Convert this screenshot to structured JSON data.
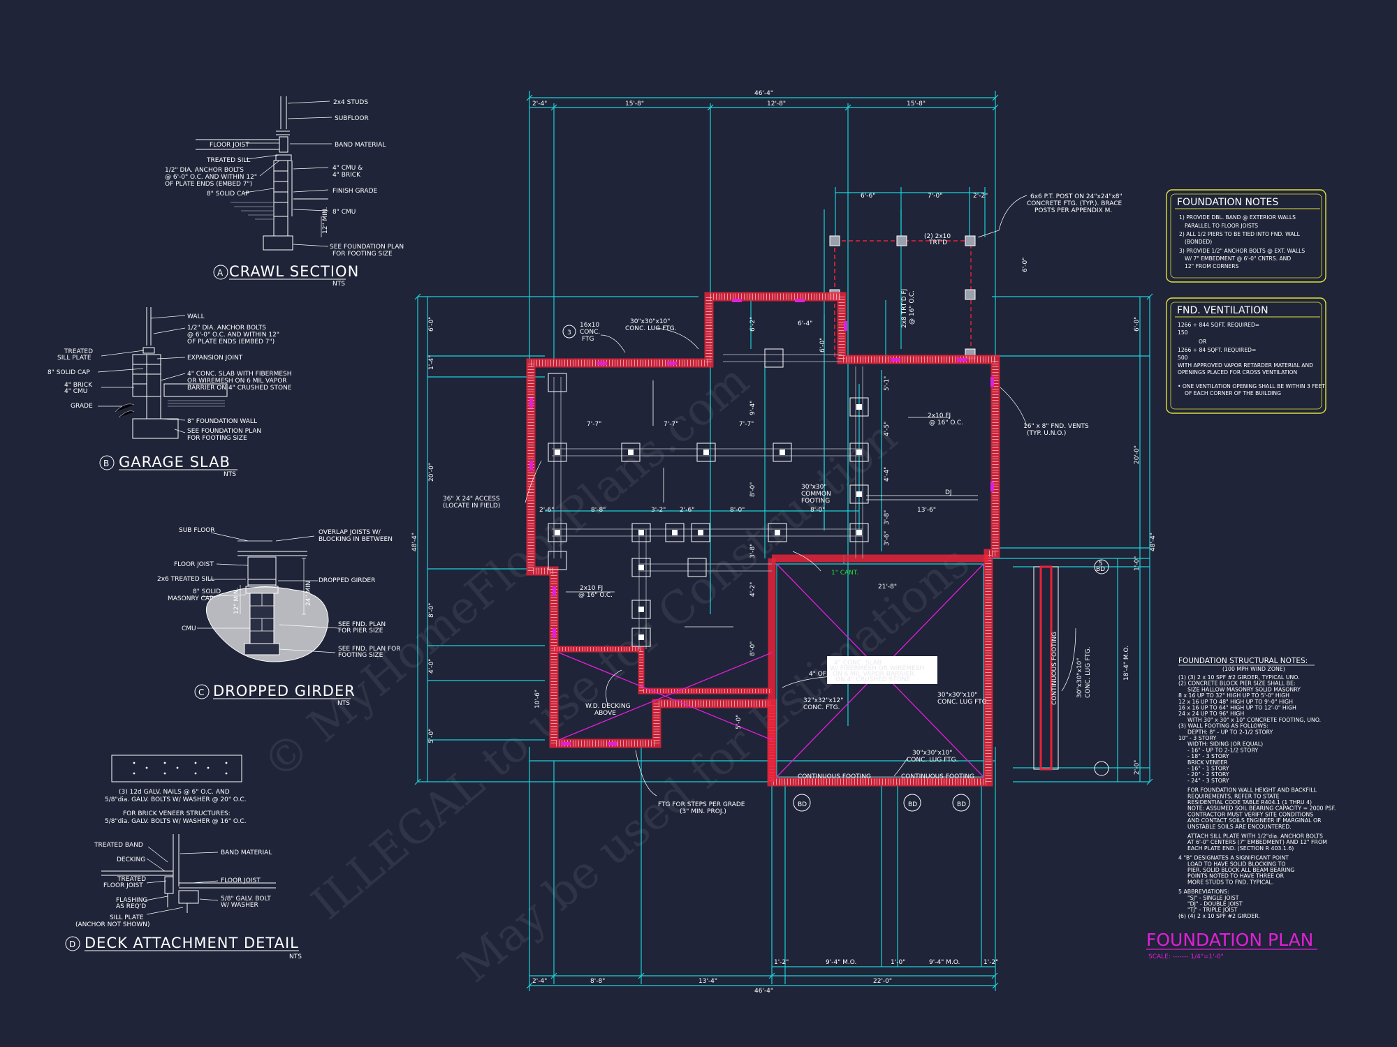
{
  "sheet": {
    "plan_title": "FOUNDATION PLAN",
    "plan_scale": "SCALE: ------- 1/4\"=1'-0\""
  },
  "watermark": {
    "line1": "© MyHomeFloorPlans.com",
    "line2": "ILLEGAL to use for Construction",
    "line3": "May be used for Estimations"
  },
  "colors": {
    "background": "#1f2438",
    "dimension": "#19d3d9",
    "walls": "#e8233a",
    "accent": "#e21fd8",
    "notes_border": "#e2e23a",
    "callout_green": "#22e03a"
  },
  "details": {
    "crawl": {
      "letter": "A",
      "title": "CRAWL SECTION",
      "scale": "NTS",
      "labels": [
        "2x4 STUDS",
        "SUBFLOOR",
        "FLOOR JOIST",
        "BAND MATERIAL",
        "TREATED SILL",
        "1/2\" DIA. ANCHOR BOLTS",
        "@ 6'-0\" O.C. AND WITHIN 12\"",
        "OF PLATE ENDS (EMBED 7\")",
        "4\" CMU &",
        "4\" BRICK",
        "8\" SOLID CAP",
        "FINISH GRADE",
        "8\" CMU",
        "12\" MIN.",
        "SEE FOUNDATION PLAN",
        "FOR FOOTING SIZE"
      ]
    },
    "garage": {
      "letter": "B",
      "title": "GARAGE SLAB",
      "scale": "NTS",
      "labels": [
        "WALL",
        "1/2\" DIA. ANCHOR BOLTS",
        "@ 6'-0\" O.C. AND WITHIN 12\"",
        "OF PLATE ENDS (EMBED 7\")",
        "TREATED",
        "SILL PLATE",
        "EXPANSION JOINT",
        "8\" SOLID CAP",
        "4\" CONC. SLAB WITH FIBERMESH",
        "OR WIREMESH ON 6 MIL VAPOR",
        "BARRIER ON 4\" CRUSHED STONE",
        "4\" BRICK",
        "4\" CMU",
        "GRADE",
        "8\" FOUNDATION WALL",
        "SEE FOUNDATION PLAN",
        "FOR FOOTING SIZE"
      ]
    },
    "girder": {
      "letter": "C",
      "title": "DROPPED GIRDER",
      "scale": "NTS",
      "labels": [
        "SUB FLOOR",
        "OVERLAP JOISTS W/",
        "BLOCKING IN BETWEEN",
        "FLOOR JOIST",
        "2x6 TREATED SILL",
        "DROPPED GIRDER",
        "8\" SOLID",
        "MASONRY CAP",
        "24\" MIN",
        "12\" MIN.",
        "CMU",
        "SEE FND. PLAN",
        "FOR PIER SIZE",
        "SEE FND. PLAN FOR",
        "FOOTING SIZE"
      ]
    },
    "deck": {
      "letter": "D",
      "title": "DECK ATTACHMENT DETAIL",
      "scale": "NTS",
      "labels": [
        "(3) 12d GALV. NAILS @ 6\" O.C. AND",
        "5/8\"dia. GALV. BOLTS W/ WASHER @ 20\" O.C.",
        "FOR BRICK VENEER STRUCTURES:",
        "5/8\"dia. GALV. BOLTS W/ WASHER @ 16\" O.C.",
        "TREATED BAND",
        "BAND MATERIAL",
        "DECKING",
        "TREATED",
        "FLOOR JOIST",
        "FLOOR JOIST",
        "FLASHING",
        "AS REQ'D",
        "5/8\" GALV. BOLT",
        "W/ WASHER",
        "SILL PLATE",
        "(ANCHOR NOT SHOWN)"
      ]
    }
  },
  "foundation_notes": {
    "title": "FOUNDATION NOTES",
    "lines": [
      "1) PROVIDE DBL. BAND @ EXTERIOR WALLS",
      "PARALLEL TO FLOOR JOISTS",
      "2) ALL 1/2 PIERS TO BE TIED INTO FND. WALL",
      "(BONDED)",
      "3) PROVIDE 1/2\" ANCHOR BOLTS @ EXT. WALLS",
      "W/ 7\" EMBEDMENT @ 6'-0\" CNTRS. AND",
      "12\" FROM CORNERS"
    ]
  },
  "fnd_ventilation": {
    "title": "FND. VENTILATION",
    "lines": [
      "1266 ÷ 844 SQFT. REQUIRED=",
      "150",
      "OR",
      "1266 ÷ 84 SQFT. REQUIRED=",
      "500",
      "WITH APPROVED VAPOR RETARDER MATERIAL AND",
      "OPENINGS PLACED FOR CROSS VENTILATION",
      "",
      "• ONE VENTILATION OPENING SHALL BE WITHIN 3 FEET",
      "OF EACH CORNER OF THE BUILDING"
    ]
  },
  "structural_notes": {
    "title": "FOUNDATION STRUCTURAL NOTES:",
    "subtitle": "(100 MPH WIND ZONE)",
    "lines": [
      "(1) (3) 2 x 10 SPF #2 GIRDER, TYPICAL UNO.",
      "(2) CONCRETE BLOCK PIER SIZE SHALL BE:",
      "SIZE     HALLOW MASONRY     SOLID MASONRY",
      "8 x 16     UP TO 32\" HIGH     UP TO 5'-0\" HIGH",
      "12 x 16     UP TO 48\" HIGH     UP TO 9'-0\" HIGH",
      "16 x 16     UP TO 64\" HIGH     UP TO 12'-0\" HIGH",
      "24 x 24     UP TO 96\" HIGH",
      "WITH 30\" x 30\" x 10\" CONCRETE FOOTING, UNO.",
      "(3) WALL FOOTING AS FOLLOWS:",
      "DEPTH:  8\" - UP TO 2-1/2 STORY",
      "10\" - 3 STORY",
      "WIDTH:  SIDING (OR EQUAL)",
      "- 16\" - UP TO 2-1/2 STORY",
      "- 18\" - 3 STORY",
      "BRICK VENEER",
      "- 16\" - 1 STORY",
      "- 20\" - 2 STORY",
      "- 24\" - 3 STORY",
      "",
      "FOR FOUNDATION WALL HEIGHT AND BACKFILL",
      "REQUIREMENTS, REFER TO STATE",
      "RESIDENTIAL CODE TABLE R404.1 (1 THRU 4)",
      "NOTE: ASSUMED SOIL BEARING CAPACITY = 2000 PSF.",
      "CONTRACTOR MUST VERIFY SITE CONDITIONS",
      "AND CONTACT SOILS ENGINEER IF MARGINAL OR",
      "UNSTABLE SOILS ARE ENCOUNTERED.",
      "",
      "ATTACH SILL PLATE WITH 1/2\"dia. ANCHOR BOLTS",
      "AT 6'-0\" CENTERS (7\" EMBEDMENT) AND 12\" FROM",
      "EACH PLATE END. (SECTION R 403.1.6)",
      "",
      "4 \"B\" DESIGNATES A SIGNIFICANT POINT",
      "LOAD TO HAVE SOLID BLOCKING TO",
      "PIER. SOLID BLOCK ALL BEAM BEARING",
      "POINTS NOTED TO HAVE THREE OR",
      "MORE STUDS TO FND. TYPICAL.",
      "",
      "5 ABBREVIATIONS:",
      "\"SJ\" - SINGLE JOIST",
      "\"DJ\" - DOUBLE JOIST",
      "\"TJ\" - TRIPLE JOIST",
      "(6) (4) 2 x 10 SPF #2 GIRDER."
    ]
  },
  "plan": {
    "dims_top_overall": "46'-4\"",
    "dims_top": [
      "2'-4\"",
      "15'-8\"",
      "12'-8\"",
      "15'-8\""
    ],
    "dims_porch": [
      "6'-6\"",
      "7'-0\"",
      "2'-2\""
    ],
    "dims_bottom_overall": "46'-4\"",
    "dims_bottom": [
      "2'-4\"",
      "8'-8\"",
      "13'-4\"",
      "22'-0\""
    ],
    "dims_bottom_garage": [
      "1'-2\"",
      "9'-4\" M.O.",
      "1'-0\"",
      "9'-4\" M.O.",
      "1'-2\""
    ],
    "dims_left_overall": "48'-4\"",
    "dims_left": [
      "6'-0\"",
      "1'-4\"",
      "20'-0\"",
      "8'-0\"",
      "4'-0\"",
      "5'-0\""
    ],
    "dims_right_overall": "48'-4\"",
    "dims_right": [
      "6'-0\"",
      "20'-0\"",
      "1'-0\"",
      "18'-4\" M.O.",
      "2'-0\""
    ],
    "interior_dims": [
      "6'-4\"",
      "7'-7\"",
      "7'-7\"",
      "7'-7\"",
      "2'-6\"",
      "8'-8\"",
      "3'-2\"",
      "2'-6\"",
      "8'-0\"",
      "8'-0\"",
      "13'-6\"",
      "21'-8\"",
      "9'-4\"",
      "5'-1\"",
      "4'-5\"",
      "4'-4\"",
      "3'-8\"",
      "3'-6\"",
      "8'-0\"",
      "3'-8\"",
      "8'-0\"",
      "6'-2\"",
      "4'-2\"",
      "6'-0\"",
      "10'-6\"",
      "5'-0\"",
      "6'-0\""
    ],
    "callouts": [
      "6x6 P.T. POST ON 24\"x24\"x8\"",
      "CONCRETE FTG. (TYP.). BRACE",
      "POSTS PER APPENDIX M.",
      "(2) 2x10",
      "TRT'D",
      "2x8 TRT'D FJ",
      "@ 16\" O.C.",
      "16x10",
      "CONC.",
      "FTG",
      "30\"x30\"x10\"",
      "CONC. LUG FTG.",
      "2x10 FJ",
      "@ 16\" O.C.",
      "16\" x 8\" FND. VENTS",
      "(TYP. U.N.O.)",
      "36\" X 24\" ACCESS",
      "(LOCATE IN FIELD)",
      "30\"x30\"",
      "COMMON",
      "FOOTING",
      "DJ",
      "2x10 FJ",
      "@ 16\" O.C.",
      "1\" CANT.",
      "W.D. DECKING",
      "ABOVE",
      "4\" OFFSET",
      "32\"x32\"x12\"",
      "CONC. FTG.",
      "4\" CONC. SLAB",
      "W/ FIBERMESH OR WIREMESH",
      "ON 6 MIL VAPOR BARRIER",
      "ON 4\" CRUSHED STONE",
      "30\"x30\"x10\"",
      "CONC. LUG FTG.",
      "CONTINUOUS FOOTING",
      "CONTINUOUS FOOTING",
      "CONTINUOUS FOOTING",
      "30\"x30\"x10\"",
      "CONC. LUG FTG.",
      "FTG FOR STEPS PER GRADE",
      "(3\" MIN. PROJ.)",
      "3",
      "5",
      "BD"
    ]
  }
}
